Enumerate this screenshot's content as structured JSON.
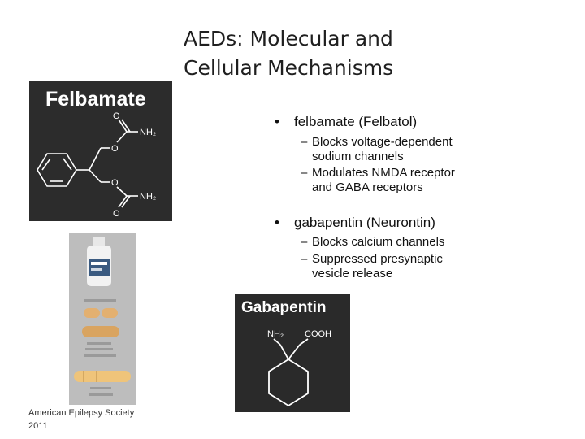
{
  "slide": {
    "title_line1": "AEDs: Molecular and",
    "title_line2": "Cellular Mechanisms"
  },
  "felbamate_image": {
    "label": "Felbamate",
    "atoms": {
      "o1": "O",
      "nh2_1": "NH₂",
      "o2": "O",
      "o3": "O",
      "nh2_2": "NH₂",
      "o4": "O"
    }
  },
  "gabapentin_image": {
    "label": "Gabapentin",
    "atoms": {
      "nh2": "NH₂",
      "cooh": "COOH"
    }
  },
  "pill_card_image": {
    "description": "felbamate"
  },
  "bullets": [
    {
      "text": "felbamate  (Felbatol)",
      "subs": [
        {
          "line1": "Blocks voltage-dependent",
          "line2": "sodium channels"
        },
        {
          "line1": "Modulates NMDA receptor",
          "line2": "and GABA receptors"
        }
      ]
    },
    {
      "text": "gabapentin (Neurontin)",
      "subs": [
        {
          "line1": "Blocks calcium channels",
          "line2": ""
        },
        {
          "line1": "Suppressed presynaptic",
          "line2": "vesicle release"
        }
      ]
    }
  ],
  "footer": {
    "line1": "American Epilepsy Society",
    "line2": "2011"
  },
  "colors": {
    "panel_bg": "#2c2c2c",
    "text": "#111111",
    "title": "#1f1f1f"
  }
}
